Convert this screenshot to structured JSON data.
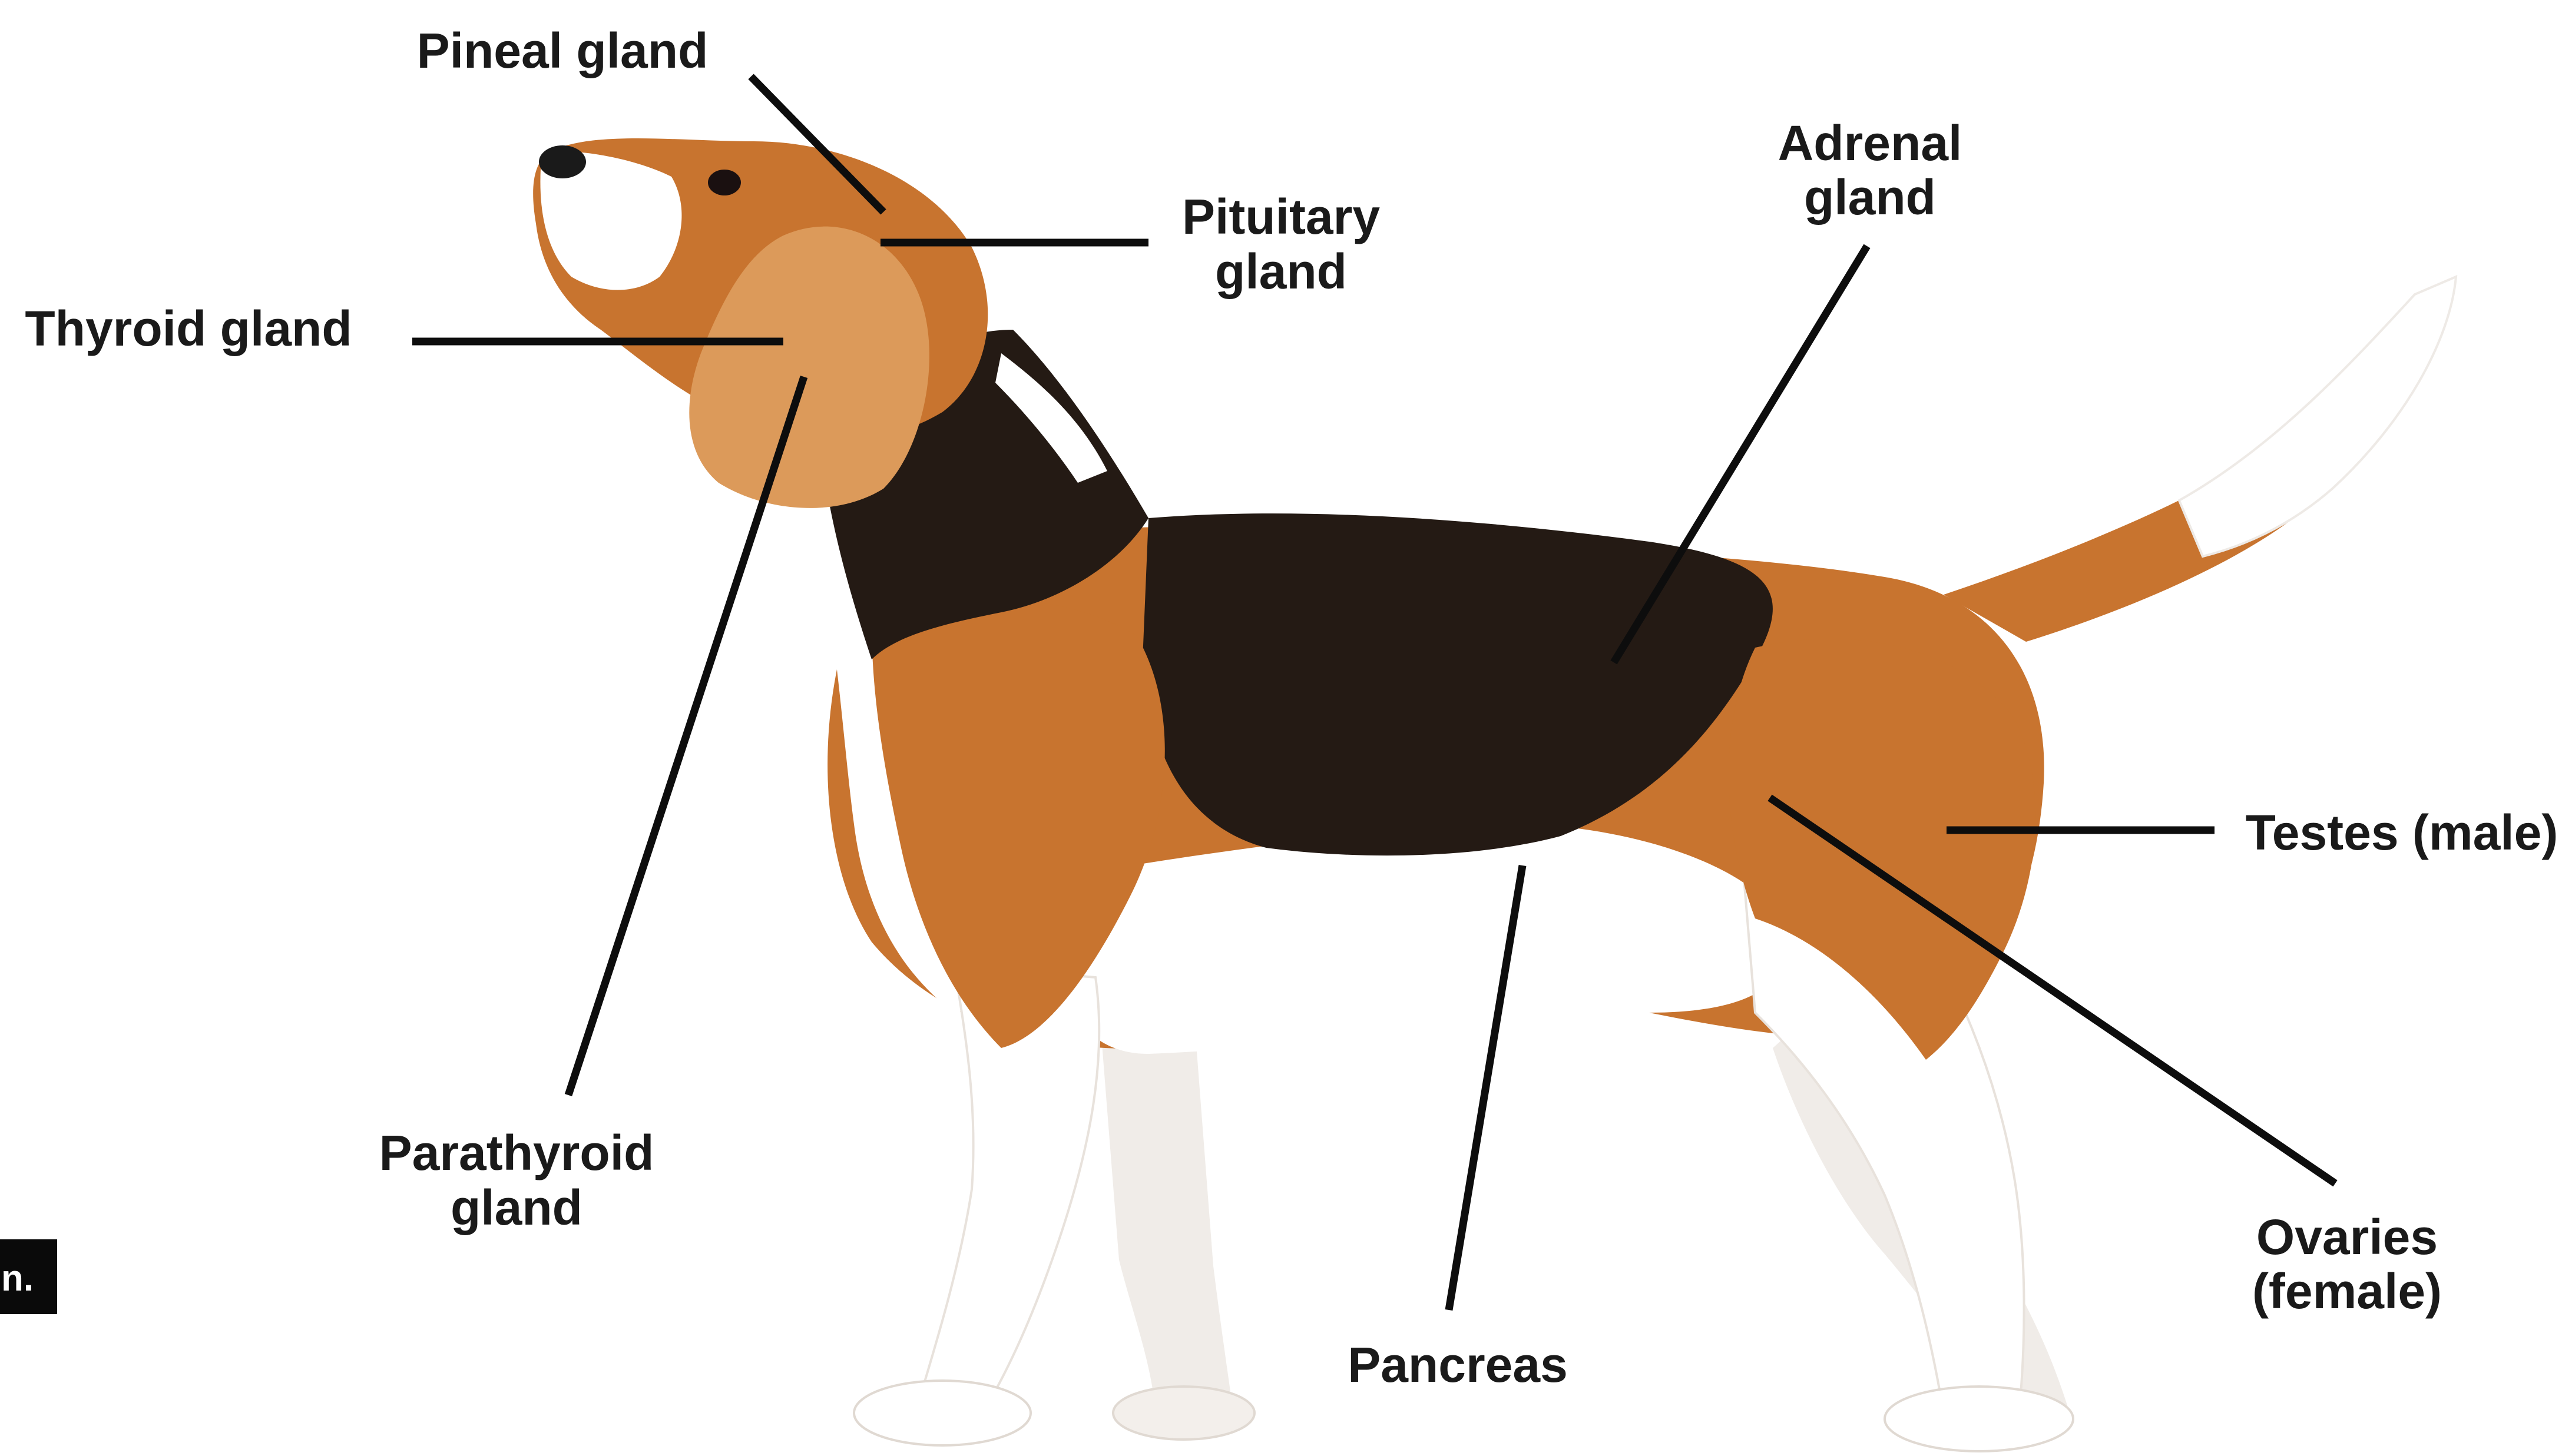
{
  "labels": {
    "pineal": "Pineal gland",
    "pituitary_line1": "Pituitary",
    "pituitary_line2": "gland",
    "thyroid": "Thyroid gland",
    "adrenal_line1": "Adrenal",
    "adrenal_line2": "gland",
    "testes": "Testes (male)",
    "parathyroid_line1": "Parathyroid",
    "parathyroid_line2": "gland",
    "pancreas": "Pancreas",
    "ovaries_line1": "Ovaries",
    "ovaries_line2": "(female)"
  },
  "corner_tag": "n.",
  "colors": {
    "tan": "#c8742f",
    "tan_light": "#e0a56a",
    "black_coat": "#241a14",
    "white_coat": "#ffffff",
    "shade": "#e8e2dc",
    "leader": "#0d0d0d",
    "label": "#1a1a1a"
  }
}
